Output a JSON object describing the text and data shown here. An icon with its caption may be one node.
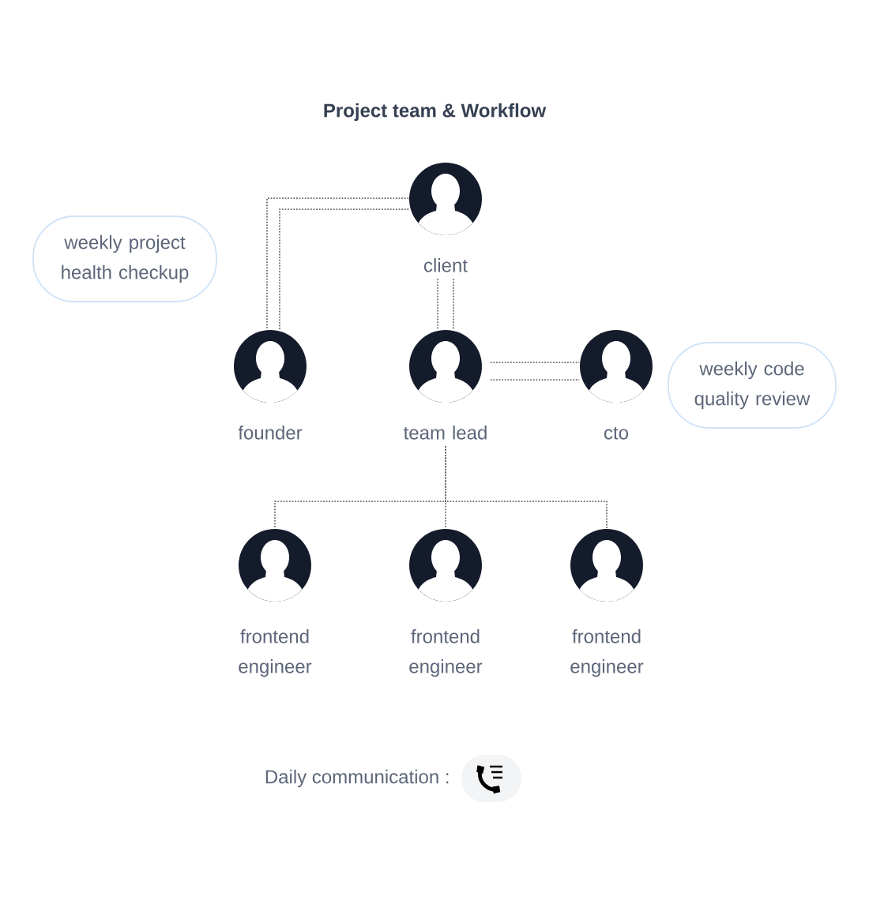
{
  "diagram": {
    "title": "Project team & Workflow",
    "nodes": [
      {
        "text": [
          "client"
        ]
      },
      {
        "text": [
          "weekly project health checkup"
        ]
      },
      {
        "text": [
          "founder"
        ]
      },
      {
        "text": [
          "team lead"
        ]
      },
      {
        "text": [
          "cto"
        ]
      },
      {
        "text": [
          "weekly code quality review"
        ]
      },
      {
        "text": [
          "frontend engineer"
        ]
      },
      {
        "text": [
          "frontend engineer"
        ]
      },
      {
        "text": [
          "frontend engineer"
        ]
      }
    ],
    "edges": [
      {
        "from": 0,
        "to": 2,
        "arrow": "none"
      },
      {
        "from": 0,
        "to": 2,
        "arrow": "none"
      },
      {
        "from": 0,
        "to": 3,
        "arrow": "none"
      },
      {
        "from": 0,
        "to": 3,
        "arrow": "none"
      },
      {
        "from": 3,
        "to": 4,
        "arrow": "none"
      },
      {
        "from": 3,
        "to": 4,
        "arrow": "none"
      },
      {
        "from": 3,
        "to": 6,
        "arrow": "none"
      },
      {
        "from": 3,
        "to": 7,
        "arrow": "none"
      },
      {
        "from": 3,
        "to": 8,
        "arrow": "none"
      }
    ],
    "labels": [
      "Daily communication :"
    ]
  }
}
